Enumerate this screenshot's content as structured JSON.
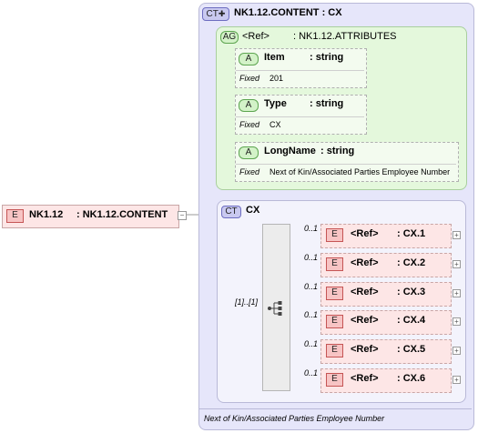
{
  "content_type": {
    "badge": "CT",
    "title": "NK1.12.CONTENT : CX",
    "footer_note": "Next of Kin/Associated Parties Employee Number"
  },
  "attribute_group": {
    "badge": "AG",
    "ref_label": "<Ref>",
    "type_label": ": NK1.12.ATTRIBUTES",
    "attributes": [
      {
        "badge": "A",
        "name": "Item",
        "type": ": string",
        "fixed_label": "Fixed",
        "fixed_value": "201"
      },
      {
        "badge": "A",
        "name": "Type",
        "type": ": string",
        "fixed_label": "Fixed",
        "fixed_value": "CX"
      },
      {
        "badge": "A",
        "name": "LongName",
        "type": ": string",
        "fixed_label": "Fixed",
        "fixed_value": "Next of Kin/Associated Parties Employee Number"
      }
    ]
  },
  "root_element": {
    "badge": "E",
    "name": "NK1.12",
    "type": ": NK1.12.CONTENT"
  },
  "cx_type": {
    "badge": "CT",
    "name": "CX",
    "sequence_occurrence": "[1]..[1]",
    "children": [
      {
        "badge": "E",
        "occurrence": "0..1",
        "ref": "<Ref>",
        "type": ": CX.1"
      },
      {
        "badge": "E",
        "occurrence": "0..1",
        "ref": "<Ref>",
        "type": ": CX.2"
      },
      {
        "badge": "E",
        "occurrence": "0..1",
        "ref": "<Ref>",
        "type": ": CX.3"
      },
      {
        "badge": "E",
        "occurrence": "0..1",
        "ref": "<Ref>",
        "type": ": CX.4"
      },
      {
        "badge": "E",
        "occurrence": "0..1",
        "ref": "<Ref>",
        "type": ": CX.5"
      },
      {
        "badge": "E",
        "occurrence": "0..1",
        "ref": "<Ref>",
        "type": ": CX.6"
      }
    ]
  },
  "colors": {
    "ct_panel": "#e6e6fa",
    "ag_panel": "#e4f8dc",
    "element_box": "#fde6e6"
  }
}
